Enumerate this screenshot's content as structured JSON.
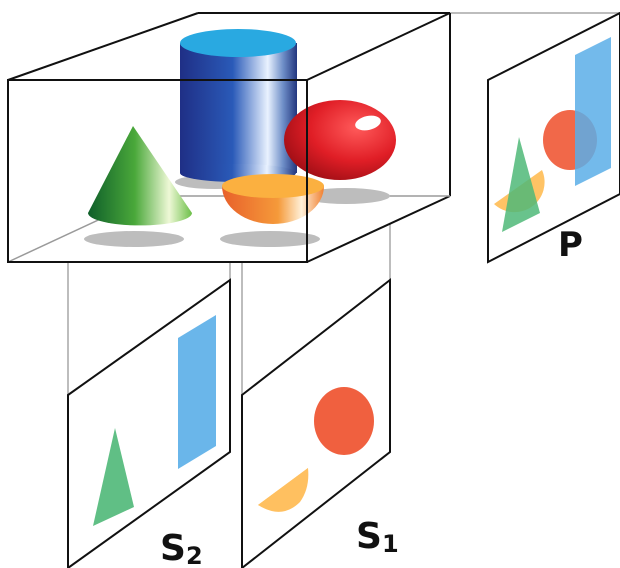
{
  "labels": {
    "p": "P",
    "s2_base": "S",
    "s2_sub": "2",
    "s1_base": "S",
    "s1_sub": "1"
  },
  "colors": {
    "cylinder_top": "#29a9e1",
    "cylinder_dark": "#1e3d8f",
    "sphere": "#e8202a",
    "cone_dark": "#1a7a3a",
    "cone_light": "#e8f5d0",
    "hemisphere": "#f28c28",
    "shadow": "#bdbdbd",
    "proj_circle": "#f0603f",
    "proj_rect": "#5aaee8",
    "proj_triangle": "#4fb878",
    "proj_semicircle": "#ffb84a"
  },
  "objects": [
    "cone",
    "cylinder",
    "sphere",
    "hemisphere"
  ],
  "panels": [
    "P",
    "S1",
    "S2"
  ]
}
